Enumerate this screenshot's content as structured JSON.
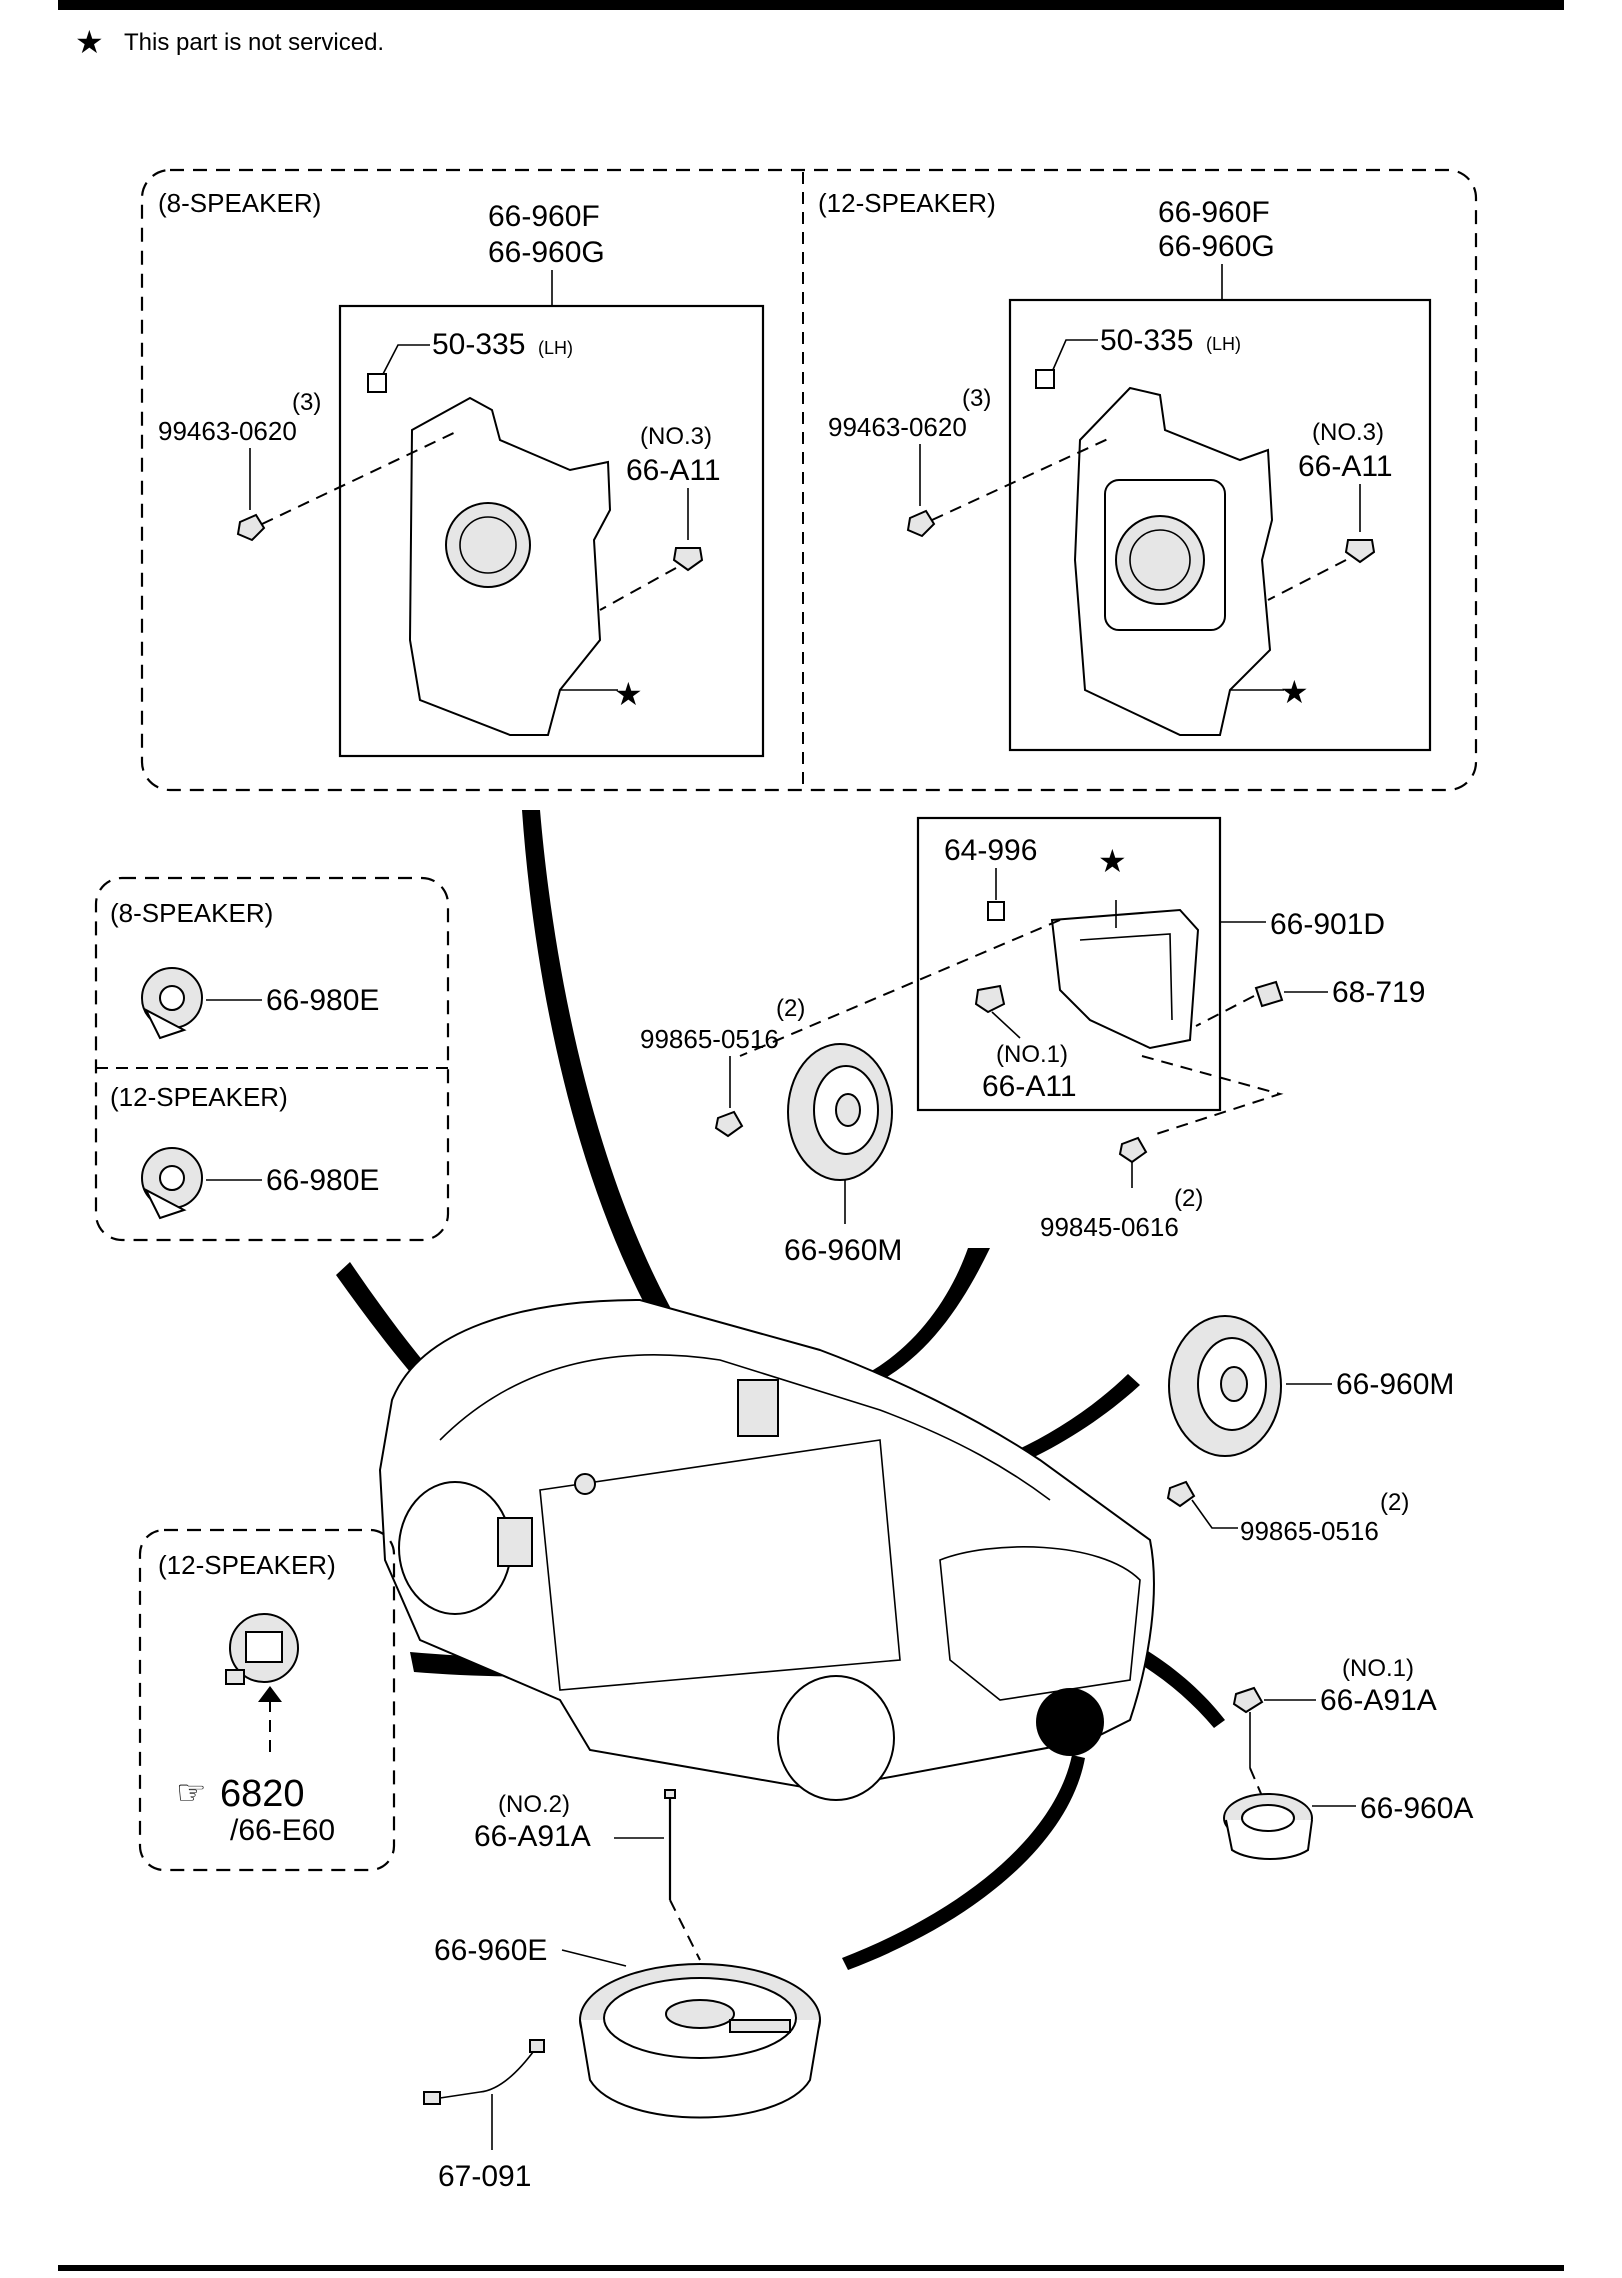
{
  "header": {
    "note": "This part is not serviced."
  },
  "groups": {
    "eight": "(8-SPEAKER)",
    "twelve": "(12-SPEAKER)"
  },
  "labels": {
    "box_top_a": "66-960F",
    "box_top_b": "66-960G",
    "bracket_lh": "50-335",
    "lh_suffix": "(LH)",
    "bolt_qty3": "(3)",
    "bolt_9946": "99463-0620",
    "no3": "(NO.3)",
    "a11": "66-A11",
    "p64996": "64-996",
    "p66901d": "66-901D",
    "p68719": "68-719",
    "no1": "(NO.1)",
    "qty2": "(2)",
    "p99865": "99865-0516",
    "p99845": "99845-0616",
    "p66960m": "66-960M",
    "p66980e": "66-980E",
    "p66a91a": "66-A91A",
    "p66960a": "66-960A",
    "no2": "(NO.2)",
    "p66960e": "66-960E",
    "p67091": "67-091",
    "ref6820": "6820",
    "ref66e60": "/66-E60"
  }
}
